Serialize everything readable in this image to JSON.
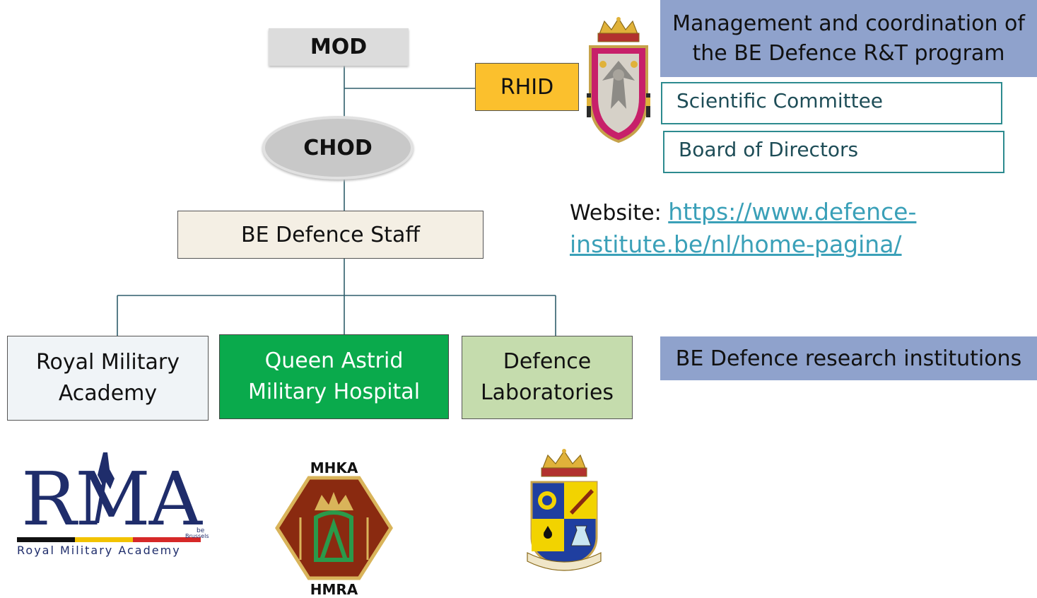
{
  "org_chart": {
    "mod": "MOD",
    "rhid": "RHID",
    "chod": "CHOD",
    "staff": "BE Defence Staff",
    "rma": "Royal Military Academy",
    "hospital": "Queen Astrid Military Hospital",
    "labs": "Defence Laboratories"
  },
  "panel": {
    "management": "Management and coordination of the BE Defence R&T program",
    "scientific_committee": "Scientific Committee",
    "board": "Board of Directors",
    "website_label": "Website: ",
    "website_url": "https://www.defence-institute.be/nl/home-pagina/",
    "research_institutions": "BE Defence research institutions"
  },
  "logos": {
    "rma_letters": "RMA",
    "rma_sub": "Royal Military Academy",
    "rma_city": "Brussels",
    "rma_be": "be",
    "mhka": "MHKA",
    "hmra": "HMRA"
  },
  "colors": {
    "rhid_fill": "#fbc02d",
    "hospital_fill": "#0aaa4c",
    "labs_fill": "#c5dcad",
    "staff_fill": "#f4efe4",
    "rma_fill": "#f0f4f7",
    "panel_blue": "#8fa2cc",
    "teal_border": "#2d8b8f",
    "line": "#2f5d6b"
  }
}
